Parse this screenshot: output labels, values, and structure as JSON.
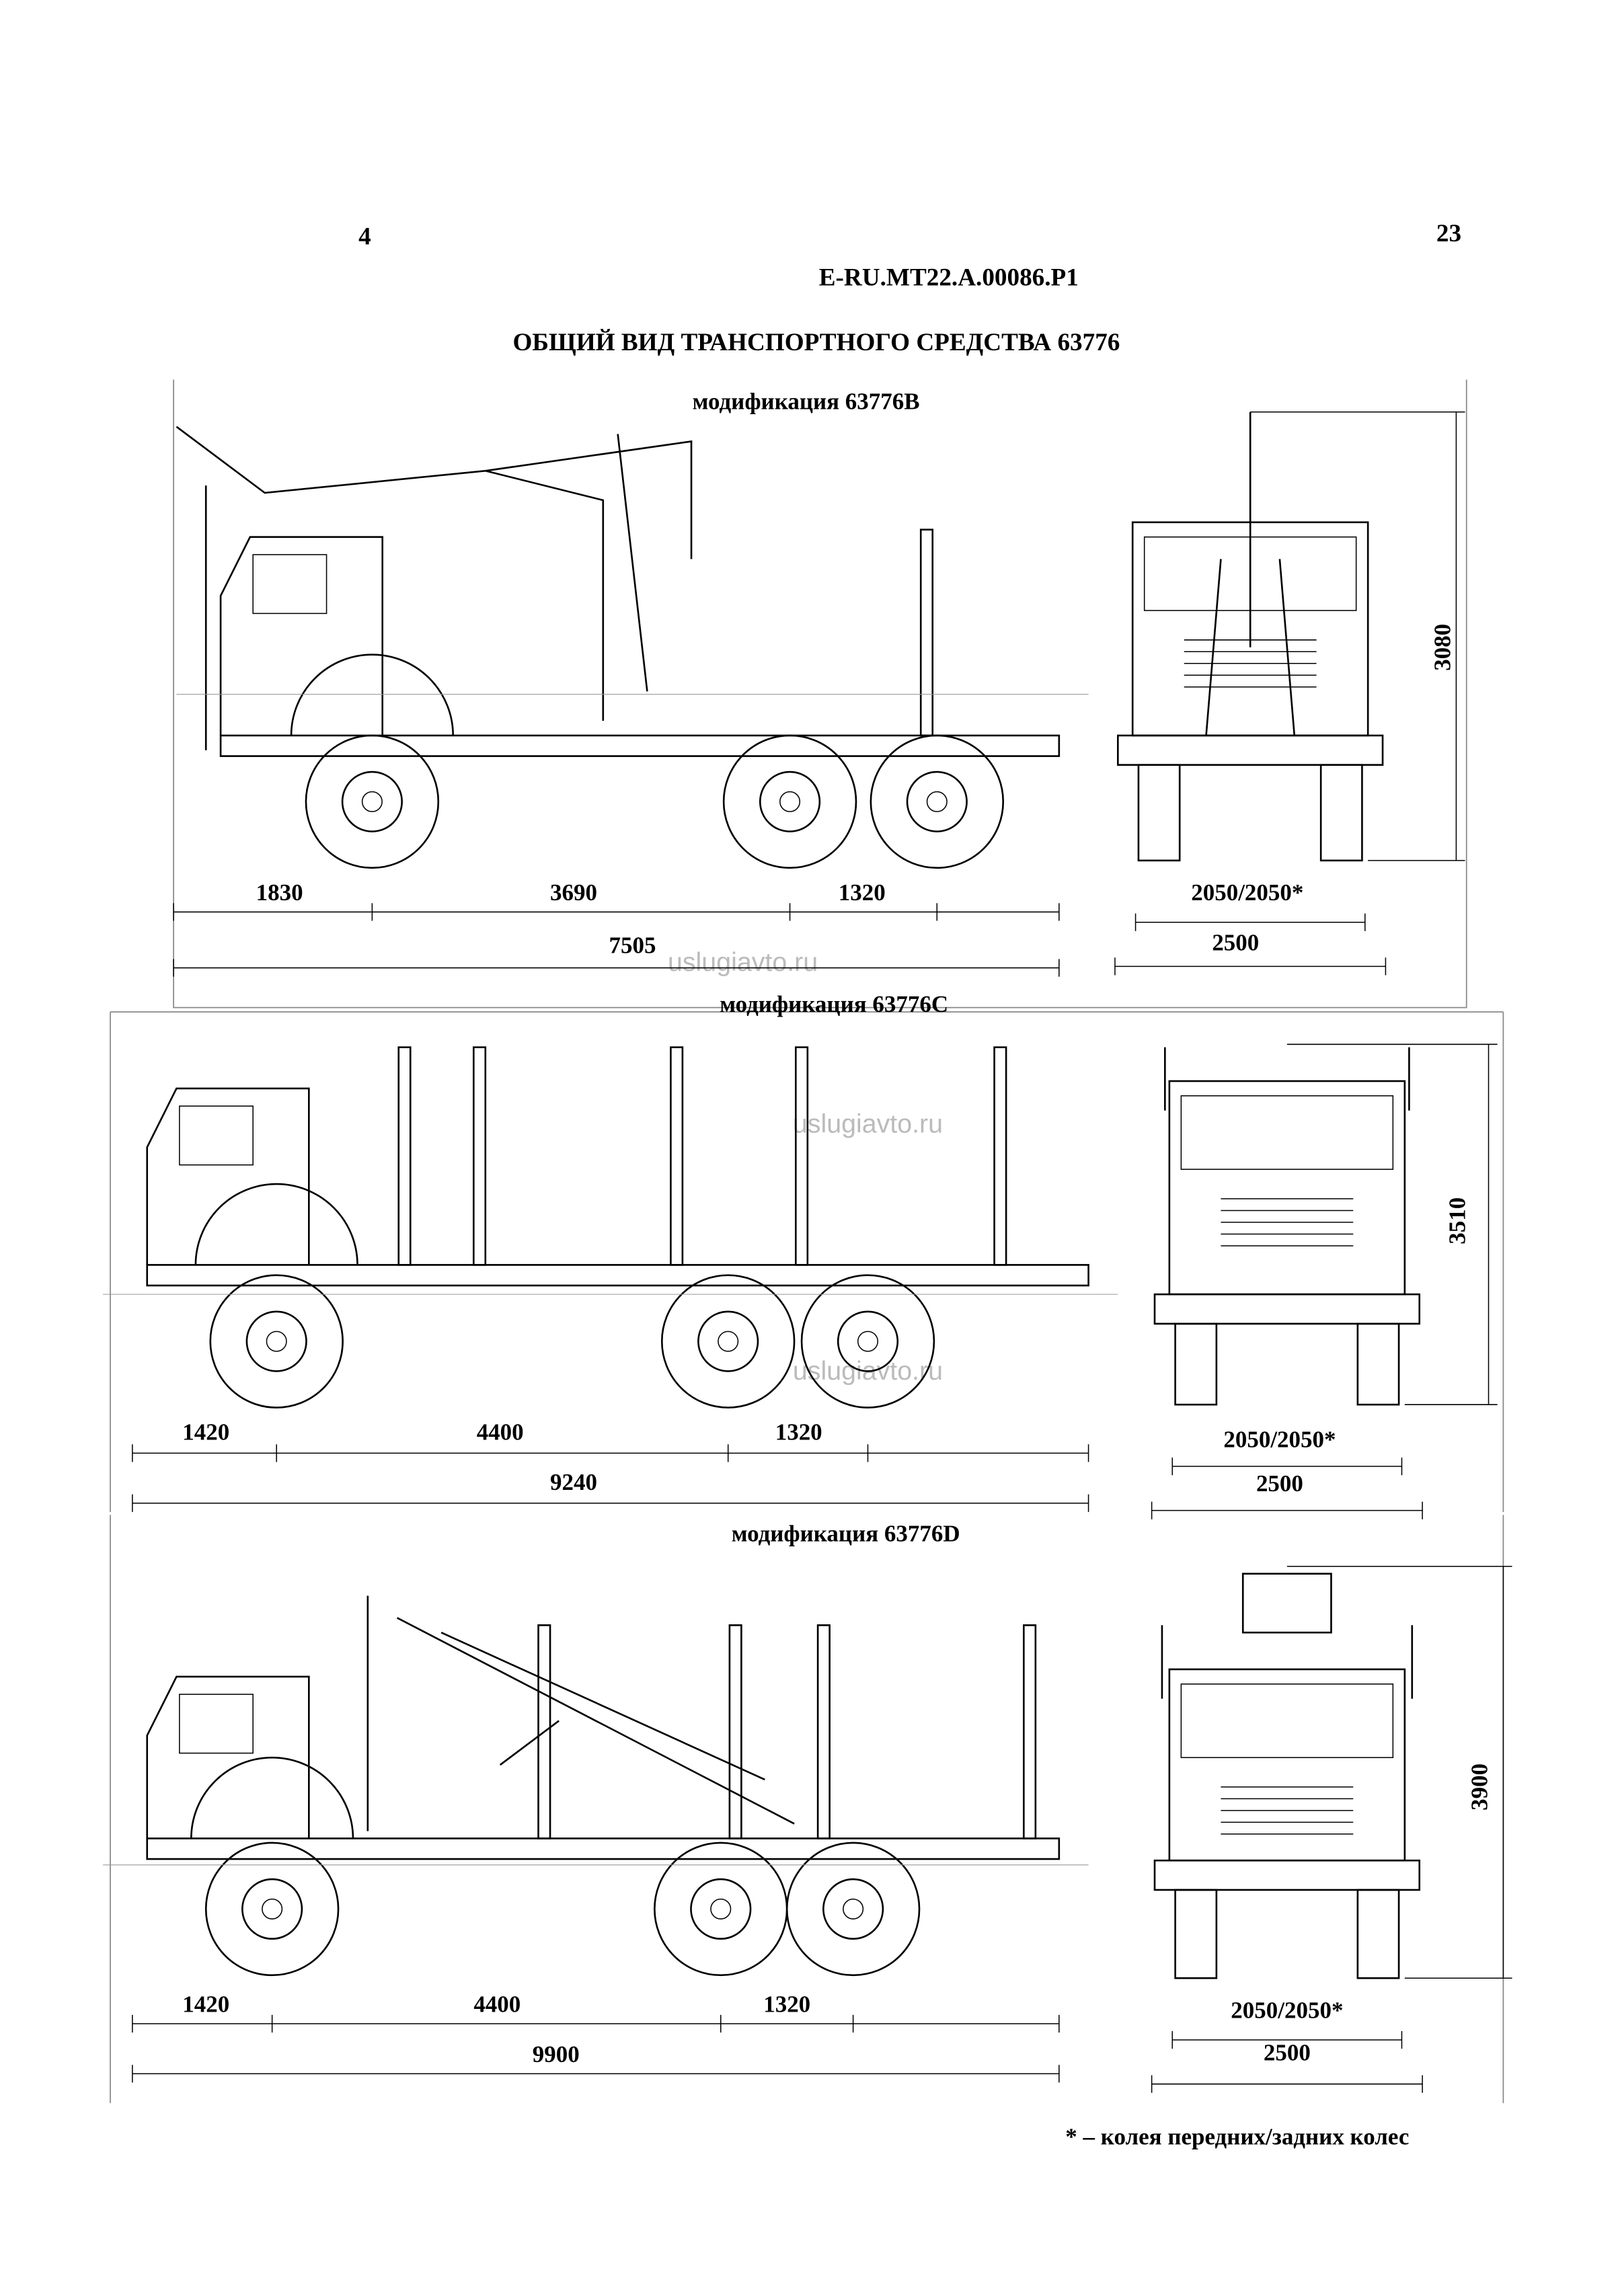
{
  "header": {
    "page_left": "4",
    "page_right": "23",
    "doc_code": "E-RU.MT22.A.00086.P1",
    "title": "ОБЩИЙ ВИД ТРАНСПОРТНОГО СРЕДСТВА 63776"
  },
  "modifications": [
    {
      "label": "модификация 63776B",
      "side_dims": {
        "front_overhang": "1830",
        "wheelbase": "3690",
        "rear_axle_spacing": "1320",
        "overall_length": "7505"
      },
      "front_dims": {
        "track": "2050/2050*",
        "width": "2500",
        "height": "3080"
      }
    },
    {
      "label": "модификация 63776C",
      "side_dims": {
        "front_overhang": "1420",
        "wheelbase": "4400",
        "rear_axle_spacing": "1320",
        "overall_length": "9240"
      },
      "front_dims": {
        "track": "2050/2050*",
        "width": "2500",
        "height": "3510"
      }
    },
    {
      "label": "модификация 63776D",
      "side_dims": {
        "front_overhang": "1420",
        "wheelbase": "4400",
        "rear_axle_spacing": "1320",
        "overall_length": "9900"
      },
      "front_dims": {
        "track": "2050/2050*",
        "width": "2500",
        "height": "3900"
      }
    }
  ],
  "footnote": "* – колея передних/задних колес",
  "watermark": "uslugiavto.ru"
}
